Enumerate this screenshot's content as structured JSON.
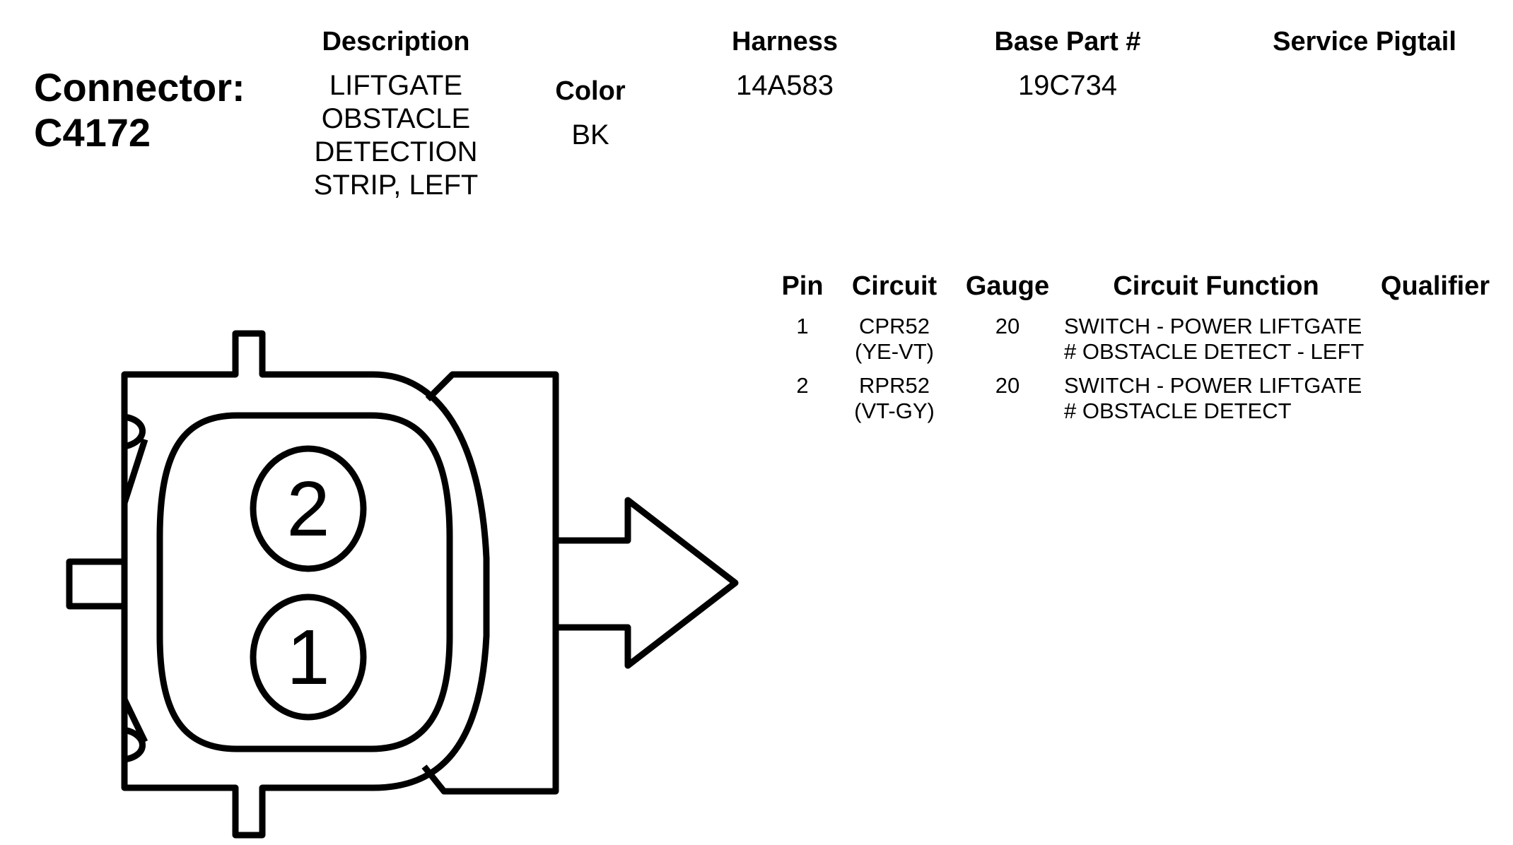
{
  "connector": {
    "label": "Connector:",
    "id": "C4172"
  },
  "headers": {
    "description": "Description",
    "color": "Color",
    "harness": "Harness",
    "base_part": "Base Part #",
    "service_pigtail": "Service Pigtail"
  },
  "values": {
    "description_lines": [
      "LIFTGATE",
      "OBSTACLE",
      "DETECTION",
      "STRIP, LEFT"
    ],
    "color": "BK",
    "harness": "14A583",
    "base_part": "19C734",
    "service_pigtail": ""
  },
  "pin_table": {
    "columns": [
      "Pin",
      "Circuit",
      "Gauge",
      "Circuit Function",
      "Qualifier"
    ],
    "rows": [
      {
        "pin": "1",
        "circuit_lines": [
          "CPR52",
          "(YE-VT)"
        ],
        "gauge": "20",
        "function_lines": [
          "SWITCH - POWER LIFTGATE",
          "# OBSTACLE DETECT - LEFT"
        ],
        "qualifier": ""
      },
      {
        "pin": "2",
        "circuit_lines": [
          "RPR52",
          "(VT-GY)"
        ],
        "gauge": "20",
        "function_lines": [
          "SWITCH - POWER LIFTGATE",
          "# OBSTACLE DETECT"
        ],
        "qualifier": ""
      }
    ]
  },
  "diagram": {
    "pins": [
      "2",
      "1"
    ]
  }
}
